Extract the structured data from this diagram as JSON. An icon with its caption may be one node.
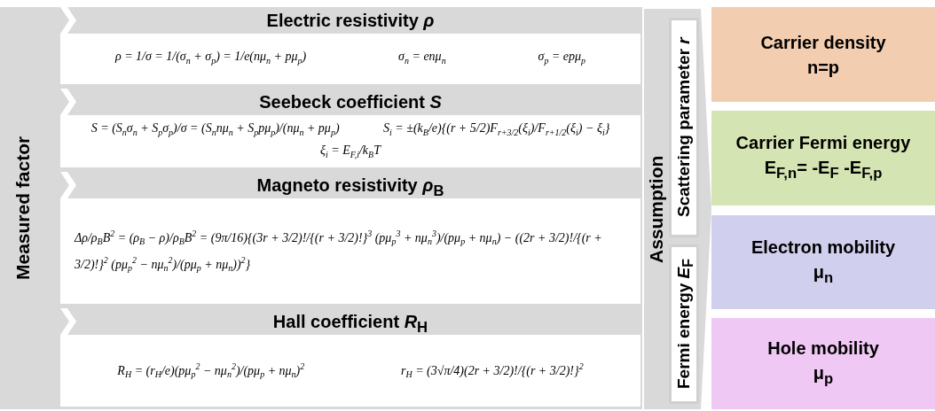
{
  "diagram": {
    "nodes": [
      {
        "text": [
          "Measured factor"
        ]
      },
      {
        "text": [
          "Electric resistivity *ρ*",
          "ρ = 1/σ = 1/(σ$_{n}$ + σ$_{p}$) = 1/e(nμ$_{n}$ + pμ$_{p}$)",
          "σ$_{n}$ = enμ$_{n}$",
          "σ$_{p}$ = epμ$_{p}$"
        ],
        "in": 0
      },
      {
        "text": [
          "Seebeck coefficient *S*",
          "S = (S$_{n}$σ$_{n}$ + S$_{p}$σ$_{p}$)/σ = (S$_{n}$nμ$_{n}$ + S$_{p}$pμ$_{p}$)/(nμ$_{n}$ + pμ$_{p}$)",
          "S$_{i}$ = ±(k$_{B}$/e){(r + 5/2)F$_{r+3/2}$(ξ$_{i}$)/F$_{r+1/2}$(ξ$_{i}$) − ξ$_{i}$}",
          "ξ$_{i}$ = E$_{F,i}$/k$_{B}$T"
        ],
        "in": 0
      },
      {
        "text": [
          "Magneto resistivity *ρ*$_{B}$",
          "Δρ/ρ$_{B}$B$^{2}$ = (ρ$_{B}$ − ρ)/ρ$_{B}$B$^{2}$ = (9π/16){(3r + 3/2)!/{(r + 3/2)!}$^{3}$ (pμ$_{p}$$^{3}$ + nμ$_{n}$$^{3}$)/(pμ$_{p}$ + nμ$_{n}$) − ((2r + 3/2)!/{(r + 3/2)!}$^{2}$ (pμ$_{p}$$^{2}$ − nμ$_{n}$$^{2}$)/(pμ$_{p}$ + nμ$_{n}$))$^{2}$}"
        ],
        "in": 0
      },
      {
        "text": [
          "Hall coefficient *R*$_{H}$",
          "R$_{H}$ = (r$_{H}$/e)(pμ$_{p}$$^{2}$ − nμ$_{n}$$^{2}$)/(pμ$_{p}$ + nμ$_{n}$)$^{2}$",
          "r$_{H}$ = (3√π/4)(2r + 3/2)!/{(r + 3/2)!}$^{2}$"
        ],
        "in": 0
      },
      {
        "text": [
          "Assumption"
        ]
      },
      {
        "text": [
          "Scattering parameter *r*"
        ],
        "in": 5
      },
      {
        "text": [
          "Fermi energy *E*$_{F}$"
        ],
        "in": 5
      },
      {
        "text": [
          "Carrier density",
          "n=p"
        ]
      },
      {
        "text": [
          "Carrier Fermi energy",
          "E$_{F,n}$= -E$_{F}$ -E$_{F,p}$"
        ]
      },
      {
        "text": [
          "Electron mobility",
          "μ$_{n}$"
        ]
      },
      {
        "text": [
          "Hole mobility",
          "μ$_{p}$"
        ]
      }
    ],
    "edges": []
  }
}
